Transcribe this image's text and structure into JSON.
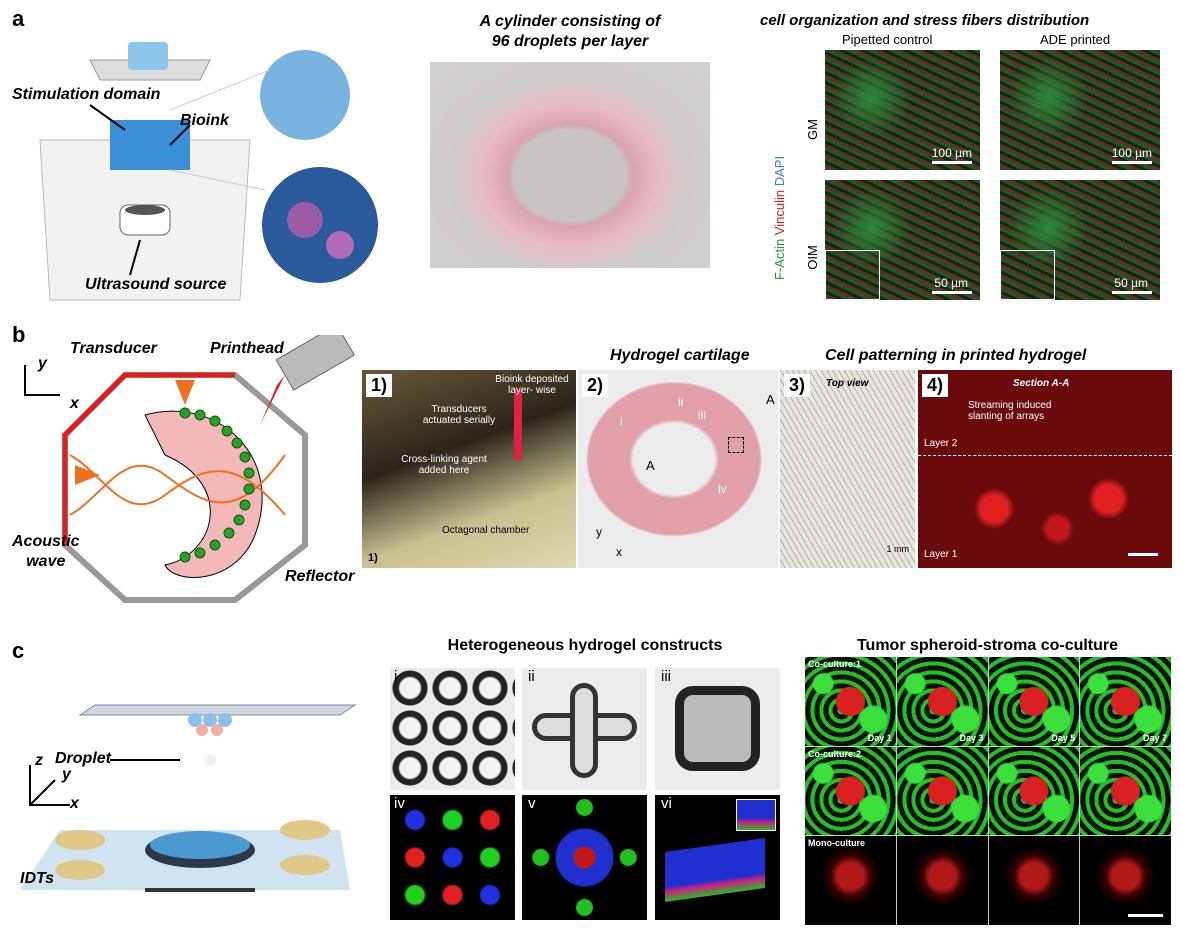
{
  "panel_a": {
    "label": "a",
    "stimulation": "Stimulation domain",
    "bioink": "Bioink",
    "ultrasound": "Ultrasound source",
    "cylinder_title_1": "A cylinder consisting of",
    "cylinder_title_2": "96 droplets per layer",
    "cell_title": "cell organization and stress fibers distribution",
    "col1": "Pipetted control",
    "col2": "ADE printed",
    "stain_factin": "F-Actin",
    "stain_vinculin": "Vinculin",
    "stain_dapi": "DAPI",
    "row_gm": "GM",
    "row_oim": "OIM",
    "scale_100a": "100 µm",
    "scale_100b": "100 µm",
    "scale_50a": "50 µm",
    "scale_50b": "50 µm"
  },
  "panel_b": {
    "label": "b",
    "axis_y": "y",
    "axis_x": "x",
    "transducer": "Transducer",
    "printhead": "Printhead",
    "acoustic_1": "Acoustic",
    "acoustic_2": "wave",
    "reflector": "Reflector",
    "hydrogel_title": "Hydrogel cartilage",
    "patterning_title": "Cell patterning in printed hydrogel",
    "photo1": {
      "num": "1)",
      "bioink": "Bioink deposited layer- wise",
      "transducers": "Transducers actuated serially",
      "crosslink": "Cross-linking agent added here",
      "chamber": "Octagonal chamber",
      "corner": "1)"
    },
    "photo2": {
      "num": "2)",
      "i": "i",
      "ii": "ii",
      "iii": "iii",
      "iv": "iv",
      "a1": "A",
      "a2": "A",
      "y": "y",
      "x": "x"
    },
    "photo3": {
      "num": "3)",
      "top": "Top view",
      "scale": "1 mm"
    },
    "photo4": {
      "num": "4)",
      "section": "Section A-A",
      "streaming": "Streaming induced slanting of arrays",
      "layer2": "Layer 2",
      "layer1": "Layer 1"
    }
  },
  "panel_c": {
    "label": "c",
    "droplet": "Droplet",
    "idts": "IDTs",
    "axis_z": "z",
    "axis_y": "y",
    "axis_x": "x",
    "hetero_title": "Heterogeneous hydrogel constructs",
    "sub": [
      "i",
      "ii",
      "iii",
      "iv",
      "v",
      "vi"
    ],
    "tumor_title": "Tumor spheroid-stroma co-culture",
    "co1": "Co-culture:1",
    "co2": "Co-culture:2",
    "mono": "Mono-culture",
    "days": [
      "Day 1",
      "Day 3",
      "Day 5",
      "Day 7"
    ]
  }
}
